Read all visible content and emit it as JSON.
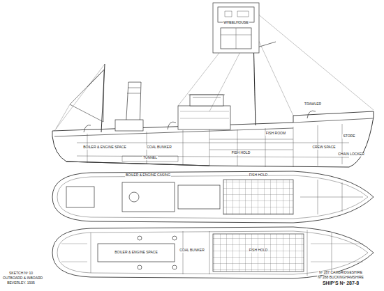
{
  "diagram": {
    "labels": [
      "TRAWLER",
      "BOILER & ENGINE SPACE",
      "COAL BUNKER",
      "FISH HOLD",
      "FISH ROOM",
      "CREW SPACE",
      "STORE",
      "CHAIN LOCKER",
      "TUNNEL",
      "BOILER & ENGINE CASING",
      "FISH HOLD",
      "BOILER & ENGINE SPACE",
      "COAL BUNKER",
      "FISH HOLD",
      "WHEELHOUSE",
      "SKETCH Nº 10",
      "OUTBOARD & INBOARD",
      "BEVERLEY. 1935",
      "Nº 287 CAMBRIDGESHIRE",
      "Nº 288 BUCKINGHAMSHIRE",
      "SHIP'S Nº 287-8"
    ]
  }
}
